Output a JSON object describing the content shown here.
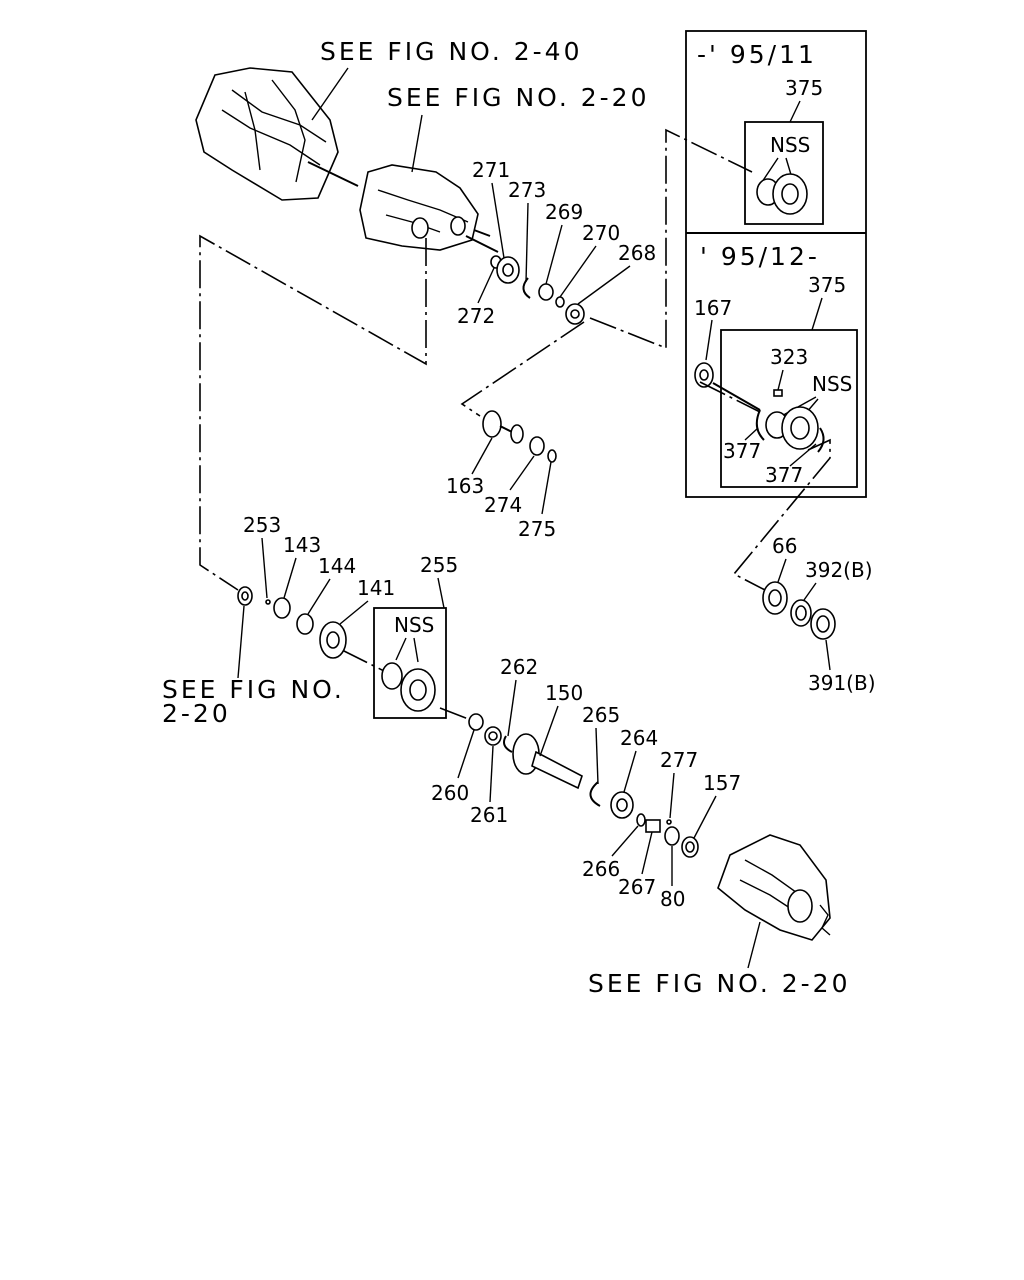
{
  "references": {
    "fig_2_40": "SEE FIG NO. 2-40",
    "fig_2_20_top": "SEE FIG NO. 2-20",
    "fig_2_20_left_line1": "SEE FIG NO.",
    "fig_2_20_left_line2": "2-20",
    "fig_2_20_bottom": "SEE FIG NO. 2-20"
  },
  "period_boxes": {
    "early": {
      "label": "-' 95/11",
      "part": "375",
      "nss": "NSS"
    },
    "late": {
      "label": "' 95/12-",
      "part": "375",
      "nss": "NSS"
    }
  },
  "nss_mid": "NSS",
  "part_numbers": {
    "p271": "271",
    "p273": "273",
    "p269": "269",
    "p270": "270",
    "p268": "268",
    "p272": "272",
    "p167": "167",
    "p323": "323",
    "p377a": "377",
    "p377b": "377",
    "p163": "163",
    "p274": "274",
    "p275": "275",
    "p66": "66",
    "p392": "392(B)",
    "p391": "391(B)",
    "p253": "253",
    "p143": "143",
    "p144": "144",
    "p141": "141",
    "p255": "255",
    "p262": "262",
    "p150": "150",
    "p265": "265",
    "p264": "264",
    "p277": "277",
    "p157": "157",
    "p260": "260",
    "p261": "261",
    "p266": "266",
    "p267": "267",
    "p80": "80"
  }
}
